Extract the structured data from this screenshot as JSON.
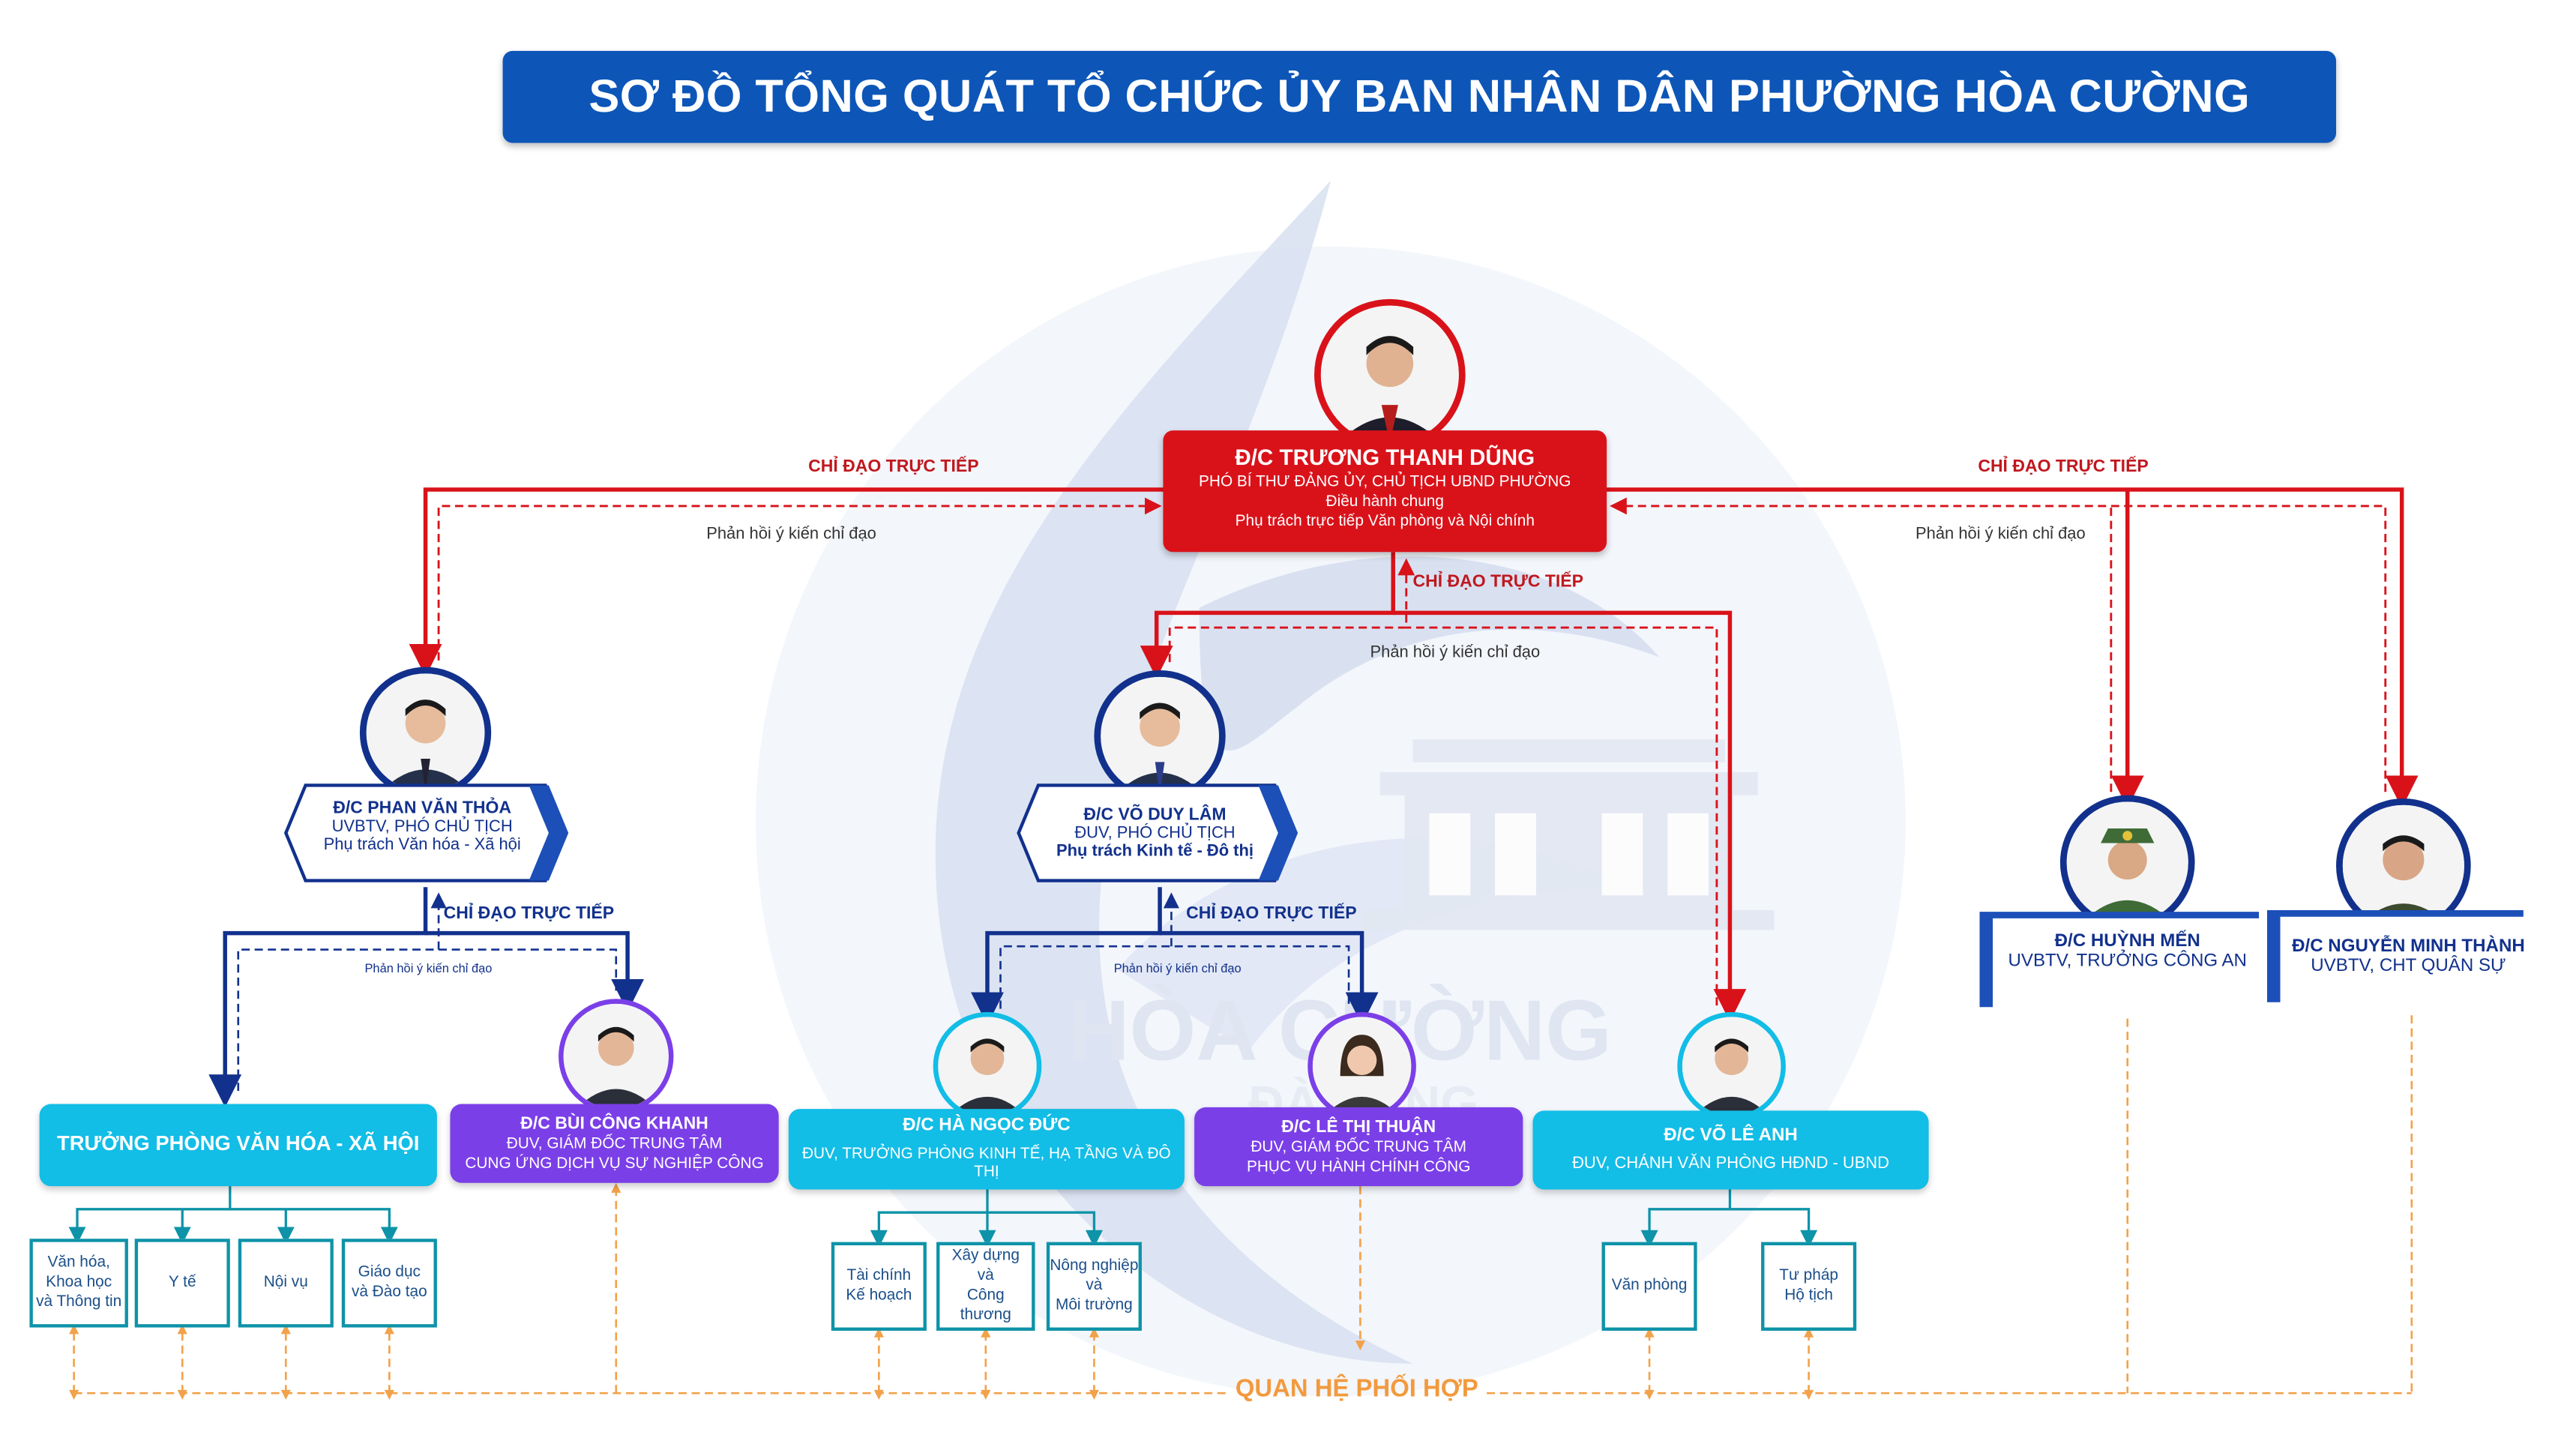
{
  "title": "SƠ ĐỒ TỔNG QUÁT TỔ CHỨC ỦY BAN NHÂN DÂN PHƯỜNG HÒA CƯỜNG",
  "watermark": {
    "line1": "HÒA CƯỜNG",
    "line2": "ĐÀ NẴNG"
  },
  "leader": {
    "name": "Đ/C TRƯƠNG THANH DŨNG",
    "line1": "PHÓ BÍ THƯ ĐẢNG ỦY, CHỦ TỊCH UBND PHƯỜNG",
    "line2": "Điều hành chung",
    "line3": "Phụ trách trực tiếp Văn phòng và Nội chính"
  },
  "edge_labels": {
    "direct": "CHỈ ĐẠO TRỰC TIẾP",
    "feedback": "Phản hồi ý kiến chỉ đạo"
  },
  "vice1": {
    "name": "Đ/C PHAN VĂN THỎA",
    "line1": "UVBTV, PHÓ CHỦ TỊCH",
    "line2": "Phụ trách Văn hóa - Xã hội"
  },
  "vice2": {
    "name": "Đ/C VÕ DUY LÂM",
    "line1": "ĐUV, PHÓ CHỦ TỊCH",
    "line2": "Phụ trách Kinh tế - Đô thị"
  },
  "police": {
    "name": "Đ/C HUỲNH MẾN",
    "line1": "UVBTV, TRƯỞNG CÔNG AN"
  },
  "military": {
    "name": "Đ/C NGUYỄN MINH THÀNH",
    "line1": "UVBTV, CHT QUÂN SỰ"
  },
  "dept_culture": {
    "title": "TRƯỞNG PHÒNG VĂN HÓA - XÃ HỘI"
  },
  "bui": {
    "name": "Đ/C BÙI CÔNG KHANH",
    "line1": "ĐUV, GIÁM ĐỐC TRUNG TÂM",
    "line2": "CUNG ỨNG DỊCH VỤ SỰ NGHIỆP CÔNG"
  },
  "ha": {
    "name": "Đ/C HÀ NGỌC ĐỨC",
    "line1": "ĐUV, TRƯỞNG PHÒNG KINH TẾ, HẠ TẦNG VÀ ĐÔ THỊ"
  },
  "le": {
    "name": "Đ/C LÊ THỊ THUẬN",
    "line1": "ĐUV, GIÁM ĐỐC TRUNG TÂM",
    "line2": "PHỤC VỤ HÀNH CHÍNH CÔNG"
  },
  "vo": {
    "name": "Đ/C VÕ LÊ ANH",
    "line1": "ĐUV, CHÁNH VĂN PHÒNG HĐND - UBND"
  },
  "units_culture": [
    {
      "l1": "Văn hóa,",
      "l2": "Khoa học",
      "l3": "và Thông tin"
    },
    {
      "l1": "Y tế",
      "l2": "",
      "l3": ""
    },
    {
      "l1": "Nội vụ",
      "l2": "",
      "l3": ""
    },
    {
      "l1": "Giáo dục",
      "l2": "và Đào tạo",
      "l3": ""
    }
  ],
  "units_econ": [
    {
      "l1": "Tài chính",
      "l2": "Kế hoạch",
      "l3": ""
    },
    {
      "l1": "Xây dựng",
      "l2": "và",
      "l3": "Công thương"
    },
    {
      "l1": "Nông nghiệp",
      "l2": "và",
      "l3": "Môi trường"
    }
  ],
  "units_office": [
    {
      "l1": "Văn phòng",
      "l2": "",
      "l3": ""
    },
    {
      "l1": "Tư pháp",
      "l2": "Hộ tịch",
      "l3": ""
    }
  ],
  "coordination": "QUAN HỆ PHỐI HỢP",
  "colors": {
    "title_bg": "#0d56b8",
    "red": "#d9121a",
    "navy": "#12318d",
    "cyan": "#12bde6",
    "purple": "#7b3fe8",
    "teal": "#0e93a8",
    "orange": "#f2a24a"
  }
}
